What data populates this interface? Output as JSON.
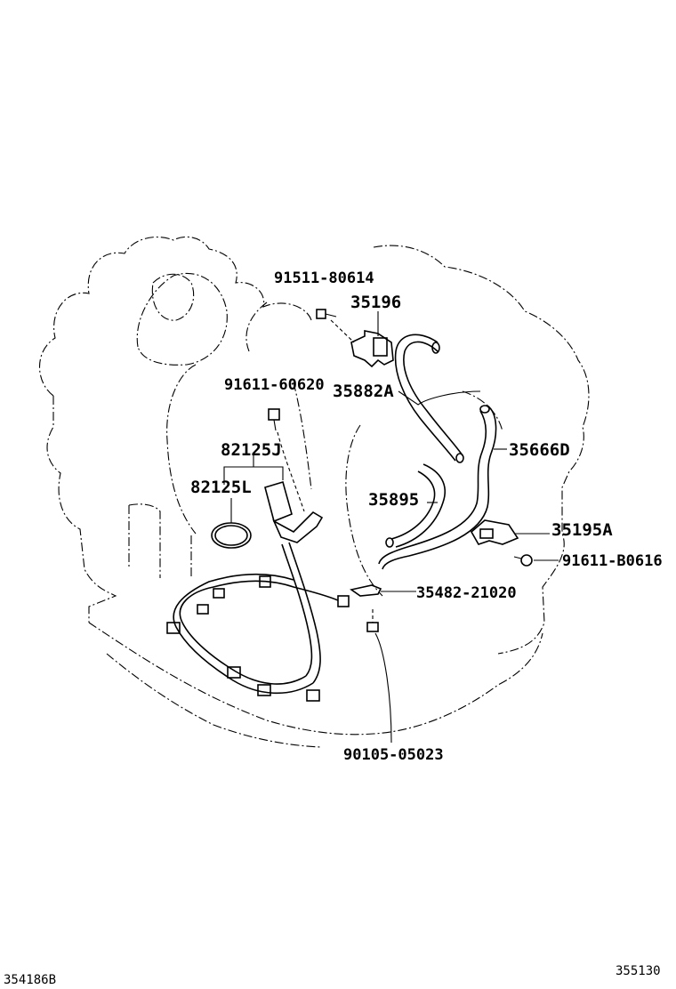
{
  "callouts": {
    "p91511": "91511-80614",
    "p35196": "35196",
    "p91611a": "91611-60620",
    "p35882": "35882A",
    "p82125j": "82125J",
    "p35666": "35666D",
    "p82125l": "82125L",
    "p35895": "35895",
    "p35195": "35195A",
    "p91611b": "91611-B0616",
    "p35482": "35482-21020",
    "p90105": "90105-05023"
  },
  "footer": {
    "left_code": "354186B",
    "right_code": "355130"
  }
}
